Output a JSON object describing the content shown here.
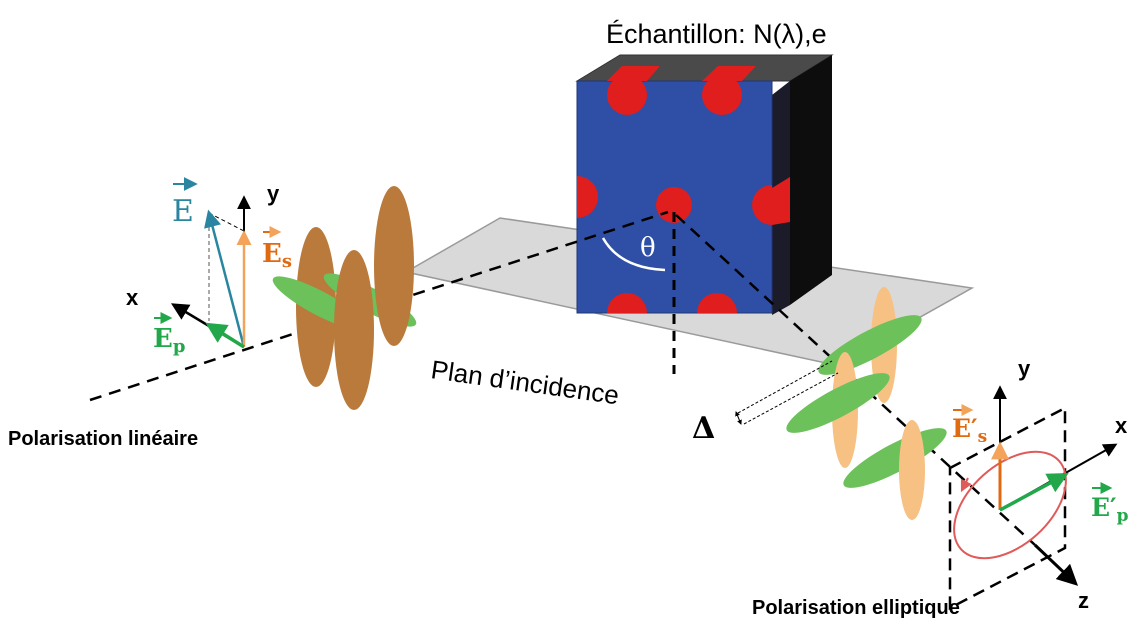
{
  "labels": {
    "sample": "Échantillon: N(λ),e",
    "plane": "Plan d’incidence",
    "linear_caption": "Polarisation linéaire",
    "elliptic_caption": "Polarisation elliptique",
    "theta": "θ",
    "delta": "Δ"
  },
  "left_axes": {
    "x": "x",
    "y": "y"
  },
  "right_axes": {
    "x": "x",
    "y": "y",
    "z": "z"
  },
  "vectors": {
    "E": "E",
    "Es_base": "E",
    "Es_sub": "s",
    "Ep_base": "E",
    "Ep_sub": "p",
    "Es_prime_base": "E′",
    "Es_prime_sub": "s",
    "Ep_prime_base": "E′",
    "Ep_prime_sub": "p"
  },
  "colors": {
    "plane_fill": "#d9d9d9",
    "cube_front": "#2e4fa5",
    "cube_top": "#4a4a4a",
    "cube_side": "#0d0d0d",
    "red_dot": "#e01e1e",
    "s_wave": "#b97a3b",
    "p_wave": "#6cc15a",
    "s_wave_out": "#f6c183",
    "E_vector": "#2a86a0",
    "Es_vector": "#f3a35a",
    "Ep_vector": "#22a84a",
    "Es_label": "#e06a10",
    "Ep_label": "#22a84a",
    "ellipse": "#e05a5a"
  }
}
